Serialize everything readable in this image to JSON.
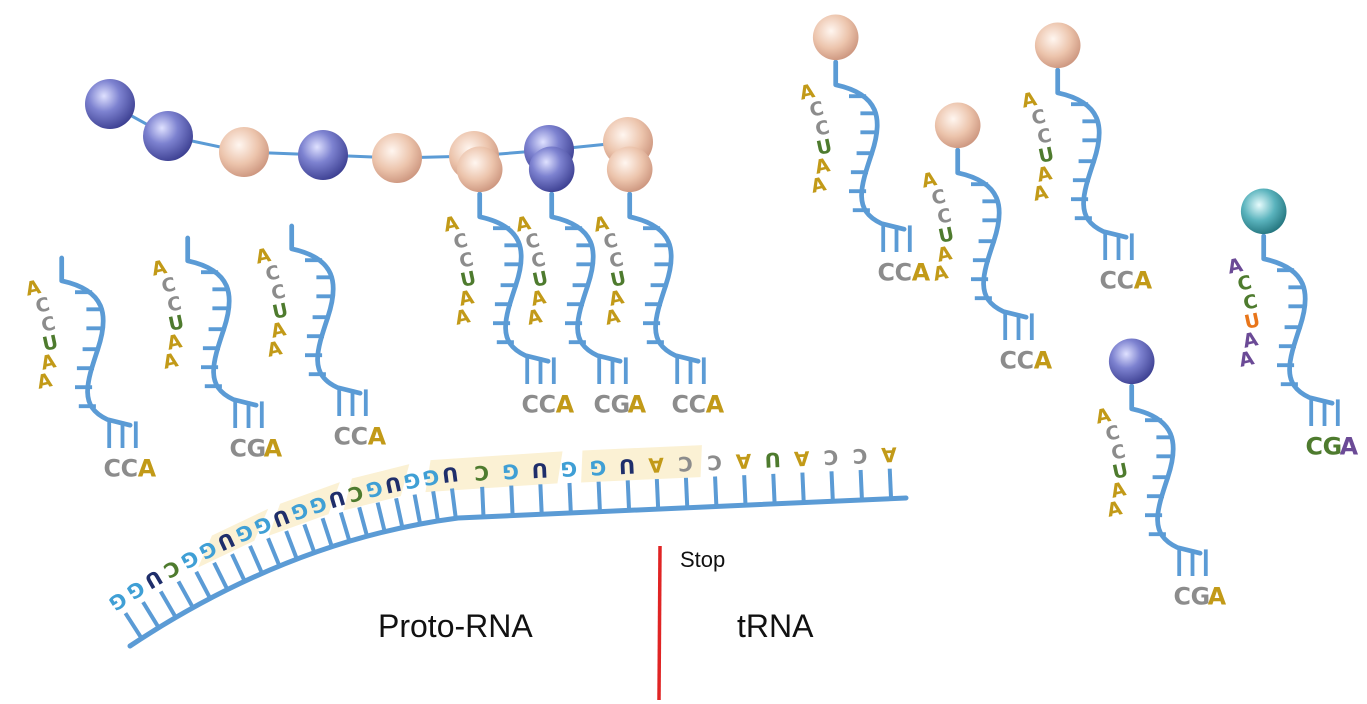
{
  "labels": {
    "proto": "Proto-RNA",
    "trna": "tRNA",
    "stop": "Stop"
  },
  "colors": {
    "backbone": "#5b9bd5",
    "base_A": "#c29a18",
    "base_C": "#8c8c8c",
    "base_U": "#4e7b2e",
    "base_G": "#3f9fd5",
    "base_U_dark": "#1f2e6b",
    "stop_line": "#e02424",
    "highlight": "#fbf1d4",
    "bead_blue": "#5e64b8",
    "bead_peach": "#e6b9a0",
    "bead_teal": "#3c9da6",
    "special_A": "#6b4a96",
    "special_U": "#e8751a"
  },
  "chain_beads": [
    "blue",
    "blue",
    "peach",
    "blue",
    "peach",
    "peach",
    "blue",
    "peach"
  ],
  "proto_trnas": [
    {
      "anticodon": [
        "A",
        "C",
        "C",
        "U",
        "A",
        "A"
      ],
      "tail": [
        "C",
        "C",
        "A"
      ],
      "bead": null
    },
    {
      "anticodon": [
        "A",
        "C",
        "C",
        "U",
        "A",
        "A"
      ],
      "tail": [
        "C",
        "G",
        "A"
      ],
      "bead": null
    },
    {
      "anticodon": [
        "A",
        "C",
        "C",
        "U",
        "A",
        "A"
      ],
      "tail": [
        "C",
        "C",
        "A"
      ],
      "bead": null
    },
    {
      "anticodon": [
        "A",
        "C",
        "C",
        "U",
        "A",
        "A"
      ],
      "tail": [
        "C",
        "C",
        "A"
      ],
      "bead": "peach"
    },
    {
      "anticodon": [
        "A",
        "C",
        "C",
        "U",
        "A",
        "A"
      ],
      "tail": [
        "C",
        "G",
        "A"
      ],
      "bead": "blue"
    },
    {
      "anticodon": [
        "A",
        "C",
        "C",
        "U",
        "A",
        "A"
      ],
      "tail": [
        "C",
        "C",
        "A"
      ],
      "bead": "peach"
    }
  ],
  "free_trnas": [
    {
      "anticodon": [
        "A",
        "C",
        "C",
        "U",
        "A",
        "A"
      ],
      "tail": [
        "C",
        "C",
        "A"
      ],
      "bead": "peach"
    },
    {
      "anticodon": [
        "A",
        "C",
        "C",
        "U",
        "A",
        "A"
      ],
      "tail": [
        "C",
        "C",
        "A"
      ],
      "bead": "peach"
    },
    {
      "anticodon": [
        "A",
        "C",
        "C",
        "U",
        "A",
        "A"
      ],
      "tail": [
        "C",
        "C",
        "A"
      ],
      "bead": "peach"
    },
    {
      "anticodon": [
        "A",
        "C",
        "C",
        "U",
        "A",
        "A"
      ],
      "tail": [
        "C",
        "G",
        "A"
      ],
      "bead": "blue"
    },
    {
      "anticodon": [
        "A",
        "C",
        "C",
        "U",
        "A",
        "A"
      ],
      "tail": [
        "C",
        "G",
        "A"
      ],
      "bead": "teal"
    }
  ],
  "mrna_sequence": [
    "G",
    "G",
    "U",
    "C",
    "G",
    "G",
    "U",
    "G",
    "G",
    "U",
    "G",
    "G",
    "U",
    "C",
    "G",
    "U",
    "G",
    "G",
    "U",
    "C",
    "G",
    "U",
    "G",
    "G",
    "U",
    "A",
    "C",
    "C",
    "A",
    "U",
    "A",
    "C",
    "C",
    "A"
  ]
}
